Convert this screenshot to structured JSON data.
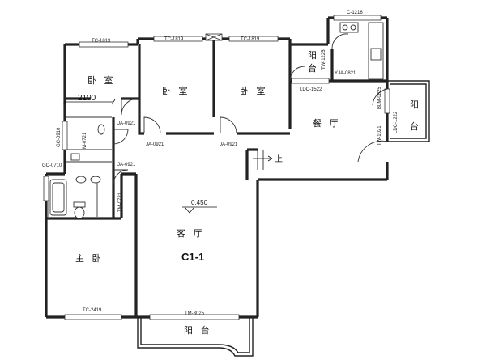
{
  "rooms": {
    "bedroom_nw": "卧 室",
    "bedroom_mid": "卧 室",
    "bedroom_ne": "卧 室",
    "balcony_north": "阳 台",
    "dining": "餐 厅",
    "balcony_east": "阳 台",
    "living": "客 厅",
    "master_bedroom": "主 卧",
    "balcony_south": "阳 台"
  },
  "plan_id": "C1-1",
  "elevation": "0.450",
  "dimension": "2100",
  "stair_label": "上",
  "codes": {
    "win_tc_1": "TC-1819",
    "win_tc_2": "TC-1819",
    "win_tc_3": "TC-1819",
    "win_c_top": "C-1216",
    "win_tw_1225": "TW-1225",
    "door_yja": "YJA-0821",
    "win_ldc_1522": "LDC-1522",
    "win_blm": "BLM-0825",
    "win_tw_1021": "TW-1021",
    "win_ldc_1222": "LDC-1222",
    "door_ja_1": "JA-0921",
    "door_ja_2": "JA-0921",
    "door_ja_3": "JA-0921",
    "door_ja_4": "JA-0921",
    "win_gc_0910": "GC-0910",
    "win_gc_0710": "GC-0710",
    "door_m_0721": "M-0721",
    "door_tm_0721": "TM-0721",
    "win_tc_2419": "TC-2419",
    "win_tm_3025": "TM-3025"
  }
}
